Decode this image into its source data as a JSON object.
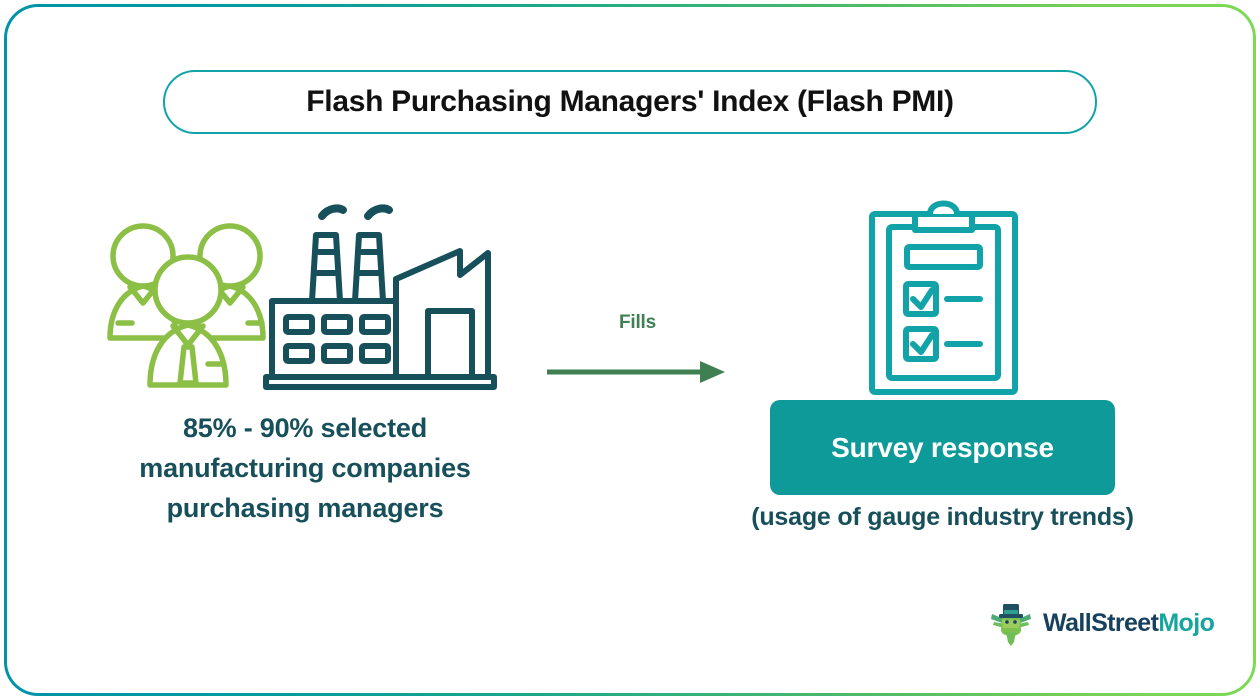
{
  "frame": {
    "gradient_start": "#0094a8",
    "gradient_end": "#7ed957"
  },
  "title": {
    "text": "Flash Purchasing Managers' Index (Flash PMI)",
    "border_color": "#12a3a8",
    "text_color": "#111111"
  },
  "left": {
    "icons": {
      "people_icon": "people-group-icon",
      "people_color": "#8cbf45",
      "factory_icon": "factory-icon",
      "factory_color": "#17505a"
    },
    "caption_lines": [
      "85% - 90% selected",
      "manufacturing companies",
      "purchasing managers"
    ],
    "caption_color": "#17505a"
  },
  "connector": {
    "label": "Fills",
    "arrow_icon": "right-arrow-icon",
    "color": "#3f7f52"
  },
  "right": {
    "clipboard_icon": "clipboard-checklist-icon",
    "clipboard_color": "#12a3a8",
    "banner_label": "Survey response",
    "banner_color": "#0d9a98",
    "banner_text_color": "#ffffff",
    "subcaption": "(usage of gauge industry trends)",
    "subcaption_color": "#17505a"
  },
  "logo": {
    "mark_icon": "wallstreetmojo-bull-icon",
    "name_primary": "WallStreet",
    "name_secondary": "Mojo",
    "primary_color": "#16405c",
    "secondary_color": "#18a5a0"
  }
}
